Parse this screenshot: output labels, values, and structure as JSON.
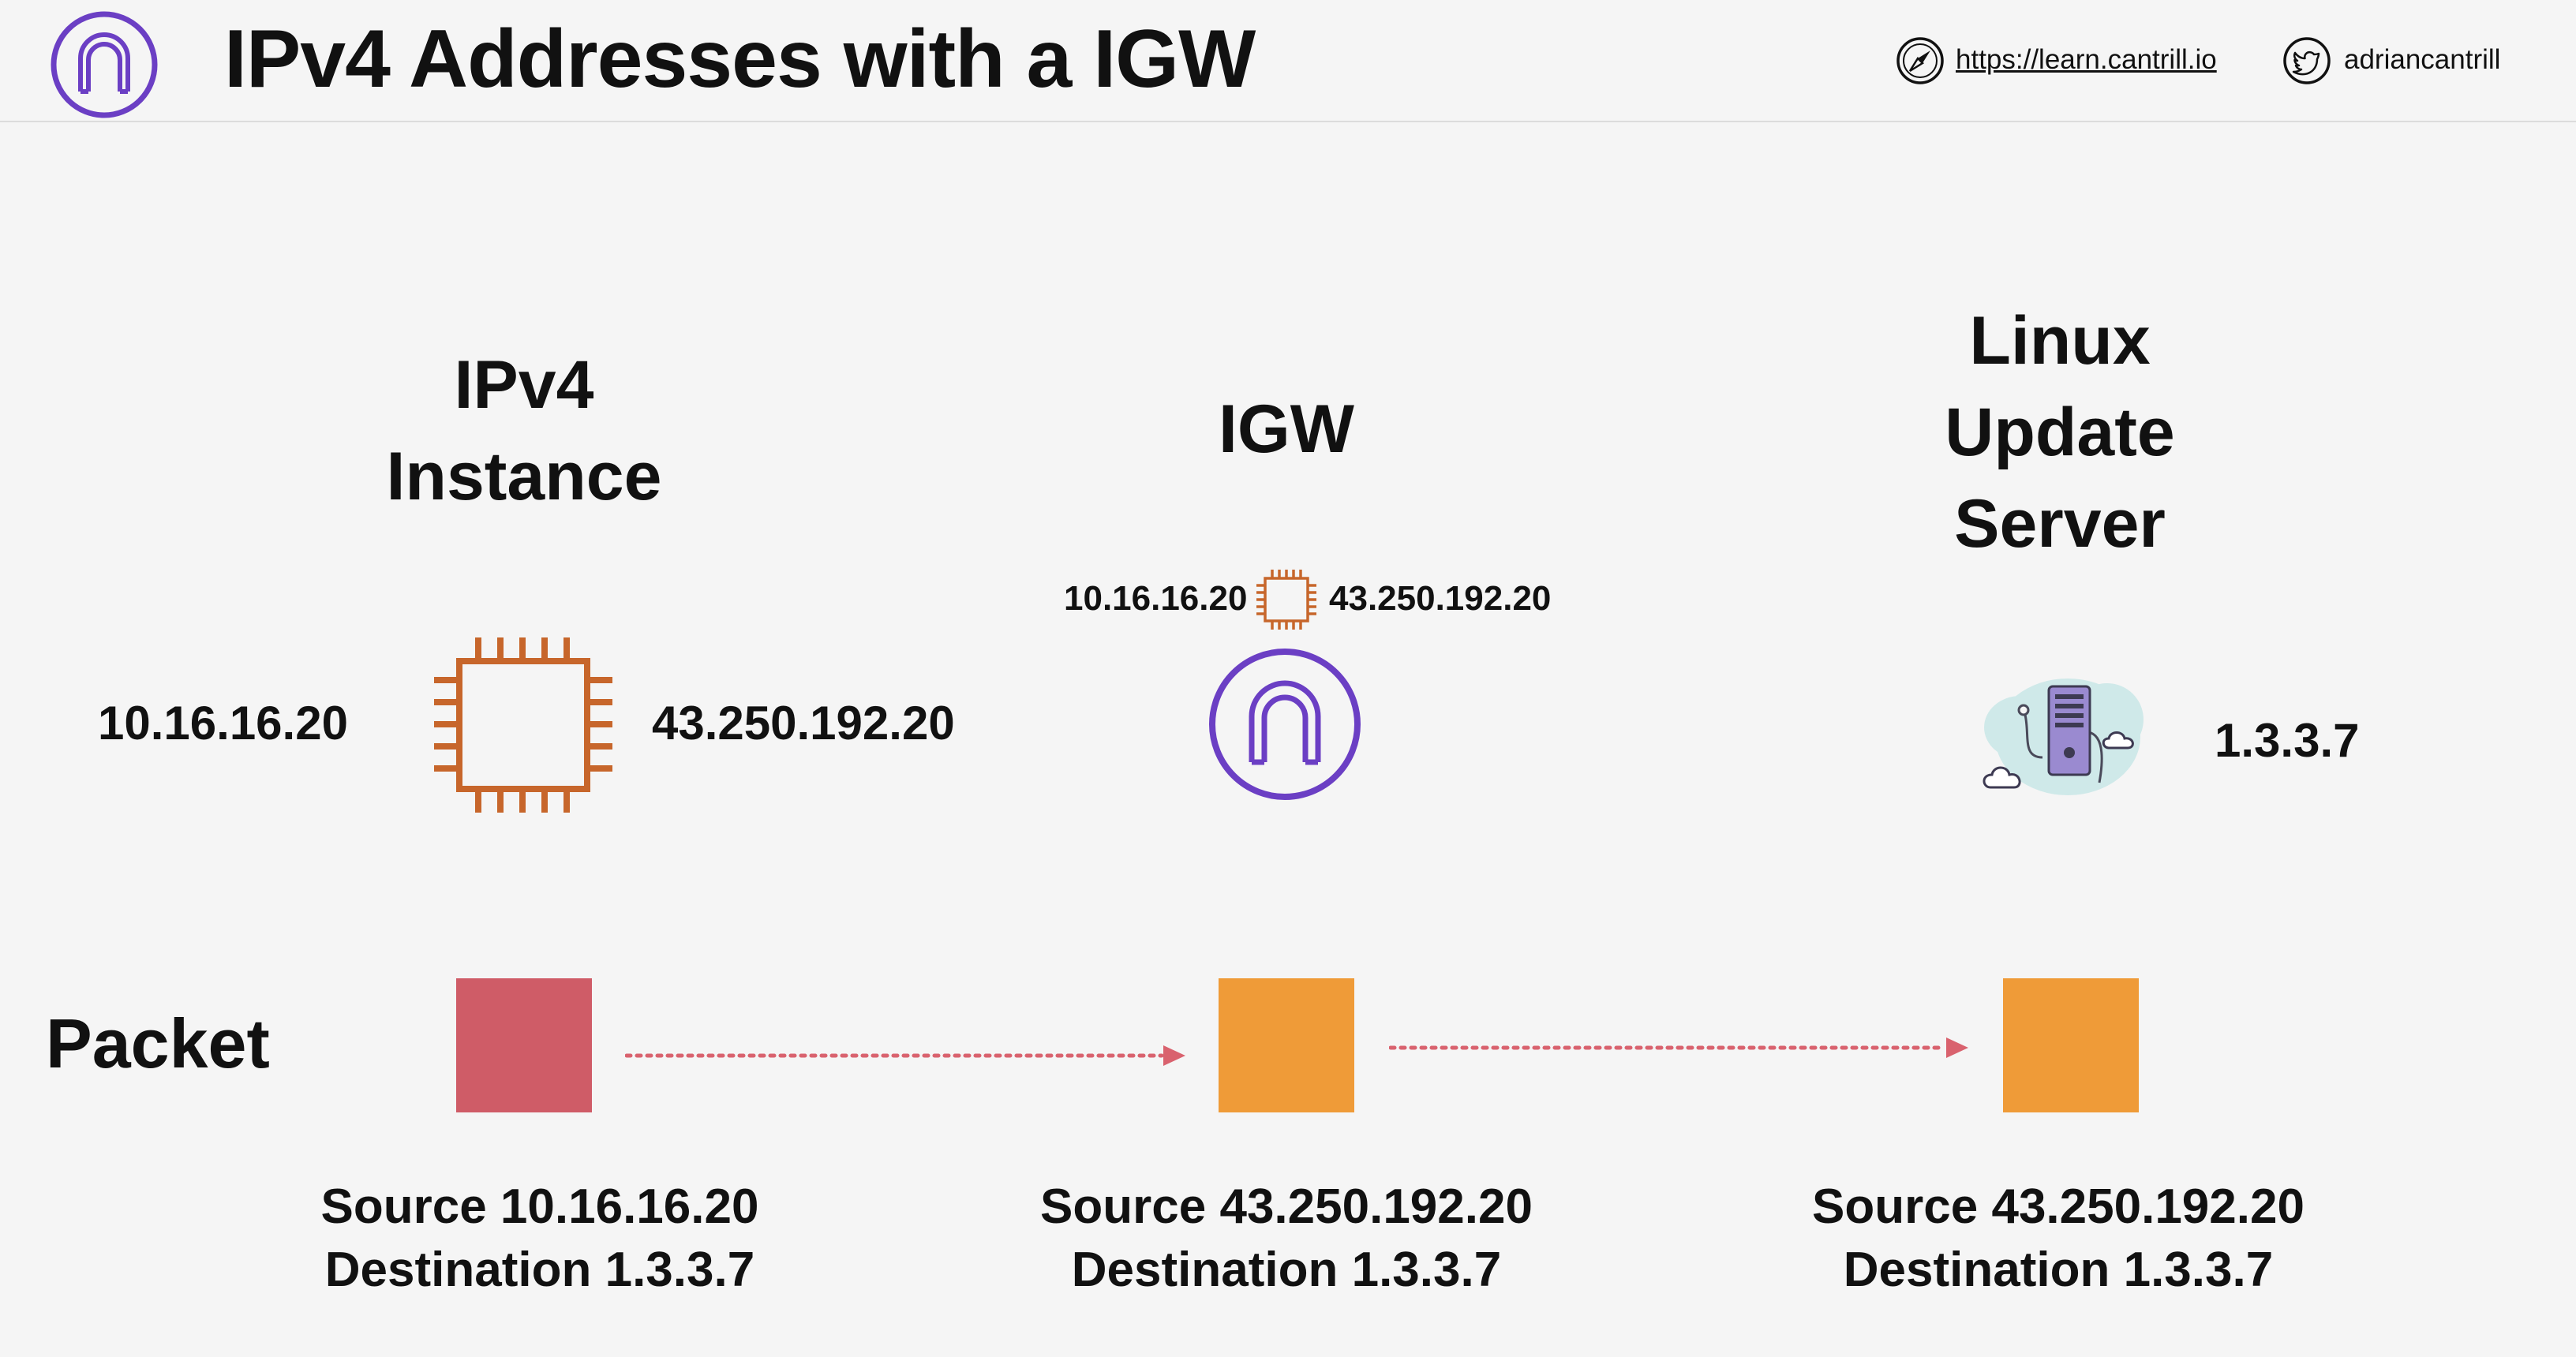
{
  "header": {
    "title": "IPv4 Addresses with a IGW",
    "site_url": "https://learn.cantrill.io",
    "twitter": "adriancantrill"
  },
  "colors": {
    "igw_purple": "#6b3fc4",
    "ec2_orange": "#c7662b",
    "packet_red": "#cf5c67",
    "packet_orange": "#ef9b38",
    "arrow_red": "#d9626e"
  },
  "icons": {
    "header_logo": "igw-icon",
    "site": "compass-icon",
    "social": "twitter-icon",
    "instance": "ec2-instance-chip-icon",
    "gateway": "internet-gateway-icon",
    "server": "cloud-server-icon"
  },
  "nodes": {
    "instance": {
      "heading_line1": "IPv4",
      "heading_line2": "Instance",
      "private_ip": "10.16.16.20",
      "public_ip": "43.250.192.20"
    },
    "igw": {
      "heading": "IGW",
      "private_ip": "10.16.16.20",
      "public_ip": "43.250.192.20"
    },
    "server": {
      "heading_line1": "Linux",
      "heading_line2": "Update",
      "heading_line3": "Server",
      "ip": "1.3.3.7"
    }
  },
  "packet_row": {
    "label": "Packet",
    "packets": [
      {
        "source": "Source 10.16.16.20",
        "destination": "Destination 1.3.3.7"
      },
      {
        "source": "Source 43.250.192.20",
        "destination": "Destination 1.3.3.7"
      },
      {
        "source": "Source 43.250.192.20",
        "destination": "Destination 1.3.3.7"
      }
    ]
  }
}
